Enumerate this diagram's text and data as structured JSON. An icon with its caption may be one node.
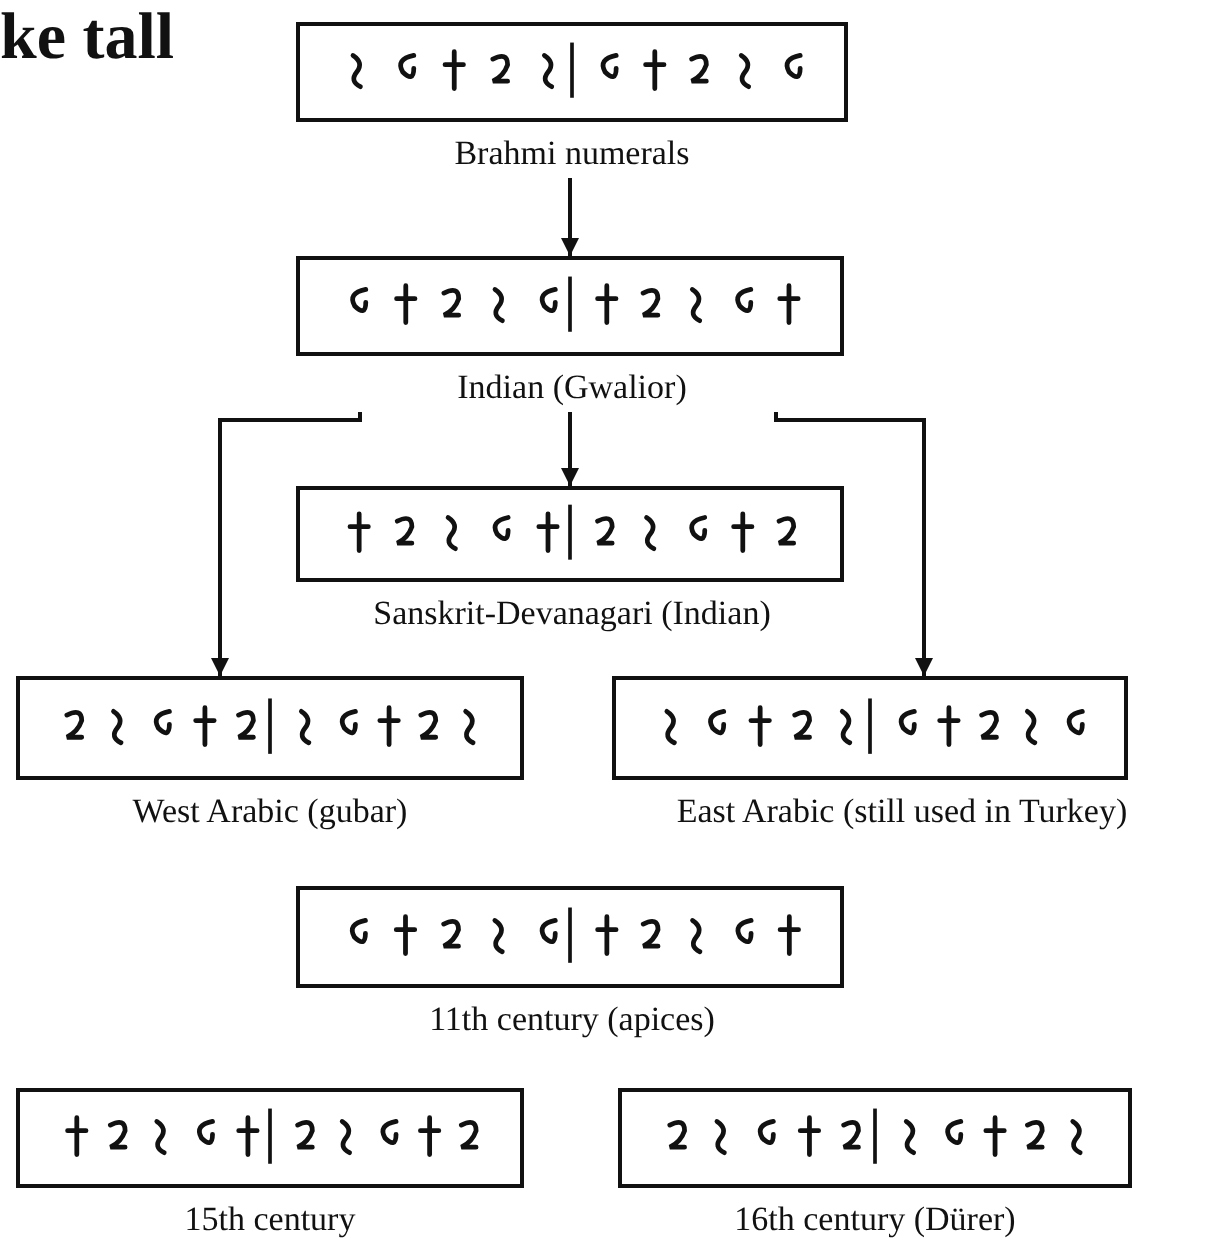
{
  "diagram": {
    "nodes": [
      {
        "text": [],
        "shape": "picture",
        "beside": [
          "Brahmi numerals"
        ]
      },
      {
        "text": [],
        "shape": "picture",
        "beside": [
          "Indian (Gwalior)"
        ]
      },
      {
        "text": [],
        "shape": "picture",
        "beside": [
          "Sanskrit-Devanagari (Indian)"
        ]
      },
      {
        "text": [],
        "shape": "picture",
        "beside": [
          "West Arabic (gubar)"
        ]
      },
      {
        "text": [],
        "shape": "picture",
        "beside": [
          "East Arabic (still used in Turkey)"
        ]
      },
      {
        "text": [],
        "shape": "picture",
        "beside": [
          "11th century (apices)"
        ]
      },
      {
        "text": [],
        "shape": "picture",
        "beside": [
          "15th century"
        ]
      },
      {
        "text": [],
        "shape": "picture",
        "beside": [
          "16th century (Dürer)"
        ]
      }
    ],
    "edges": [
      {
        "from": 0,
        "to": 1,
        "arrow": "to"
      },
      {
        "from": 1,
        "to": 2,
        "arrow": "to"
      },
      {
        "from": 1,
        "to": 3,
        "arrow": "to"
      },
      {
        "from": 1,
        "to": 4,
        "arrow": "to"
      }
    ],
    "labels": [
      "ke tall"
    ]
  }
}
